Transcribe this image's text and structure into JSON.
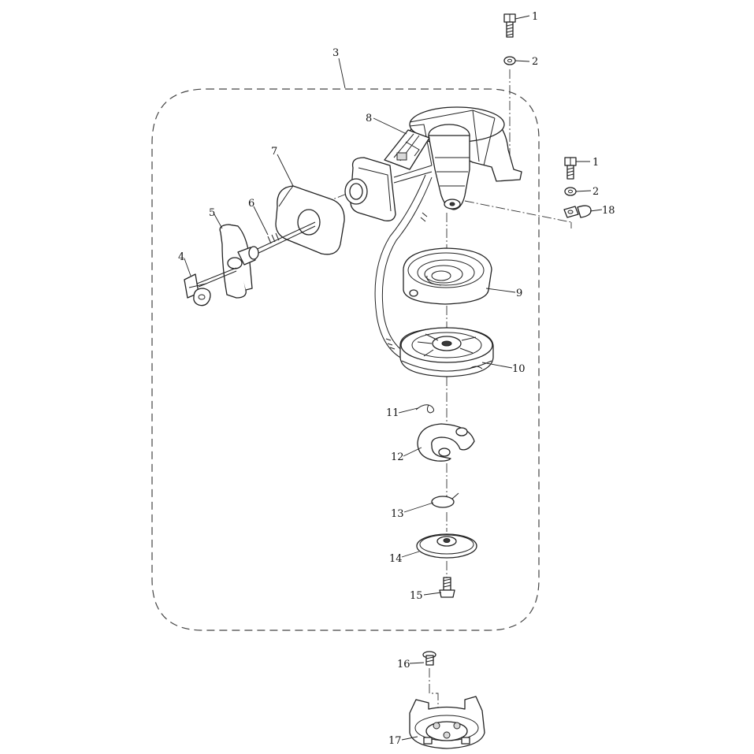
{
  "diagram": {
    "callouts": [
      {
        "id": "p1a",
        "text": "1"
      },
      {
        "id": "p2a",
        "text": "2"
      },
      {
        "id": "p3",
        "text": "3"
      },
      {
        "id": "p1b",
        "text": "1"
      },
      {
        "id": "p2b",
        "text": "2"
      },
      {
        "id": "p18",
        "text": "18"
      },
      {
        "id": "p8",
        "text": "8"
      },
      {
        "id": "p7",
        "text": "7"
      },
      {
        "id": "p6",
        "text": "6"
      },
      {
        "id": "p5",
        "text": "5"
      },
      {
        "id": "p4",
        "text": "4"
      },
      {
        "id": "p9",
        "text": "9"
      },
      {
        "id": "p10",
        "text": "10"
      },
      {
        "id": "p11",
        "text": "11"
      },
      {
        "id": "p12",
        "text": "12"
      },
      {
        "id": "p13",
        "text": "13"
      },
      {
        "id": "p14",
        "text": "14"
      },
      {
        "id": "p15",
        "text": "15"
      },
      {
        "id": "p16",
        "text": "16"
      },
      {
        "id": "p17",
        "text": "17"
      }
    ]
  }
}
